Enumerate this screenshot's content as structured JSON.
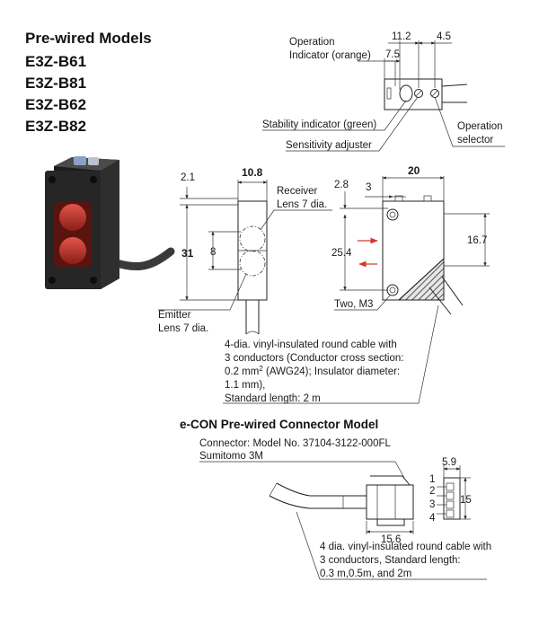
{
  "models": {
    "heading": "Pre-wired Models",
    "list": [
      "E3Z-B61",
      "E3Z-B81",
      "E3Z-B62",
      "E3Z-B82"
    ]
  },
  "top_view": {
    "dim_11_2": "11.2",
    "dim_4_5": "4.5",
    "dim_7_5": "7.5",
    "operation_indicator": [
      "Operation",
      "Indicator (orange)"
    ],
    "stability_indicator": "Stability indicator (green)",
    "sensitivity_adjuster": "Sensitivity adjuster",
    "operation_selector": [
      "Operation",
      "selector"
    ]
  },
  "side_view": {
    "dim_10_8": "10.8",
    "dim_2_1": "2.1",
    "dim_31": "31",
    "dim_8": "8",
    "receiver": [
      "Receiver",
      "Lens 7 dia."
    ],
    "emitter": [
      "Emitter",
      "Lens 7 dia."
    ]
  },
  "front_view": {
    "dim_20": "20",
    "dim_2_8": "2.8",
    "dim_3": "3",
    "dim_16_7": "16.7",
    "dim_25_4": "25.4",
    "mount": "Two, M3"
  },
  "cable_note": [
    "4-dia. vinyl-insulated round cable with",
    "3 conductors (Conductor cross section:",
    "0.2 mm",
    "2",
    " (AWG24); Insulator diameter:",
    "1.1 mm),",
    "Standard length: 2 m"
  ],
  "econ": {
    "heading": "e-CON Pre-wired Connector Model",
    "connector": [
      "Connector: Model No. 37104-3122-000FL",
      "Sumitomo 3M"
    ],
    "dim_5_9": "5.9",
    "dim_15": "15",
    "dim_15_6": "15.6",
    "pins": [
      "1",
      "2",
      "3",
      "4"
    ],
    "cable_note": [
      "4 dia. vinyl-insulated round cable with",
      "3 conductors, Standard length:",
      "0.3 m,0.5m, and 2m"
    ]
  },
  "colors": {
    "ink": "#1a1a1a",
    "body_shade": "#d9d9d9",
    "arrow_red": "#d23a2a",
    "photo_body": "#2a2a2a",
    "photo_lens": "#c0342a"
  },
  "icons": {
    "product_photo": "sensor-photo-icon",
    "arrow": "light-direction-arrow-icon"
  }
}
